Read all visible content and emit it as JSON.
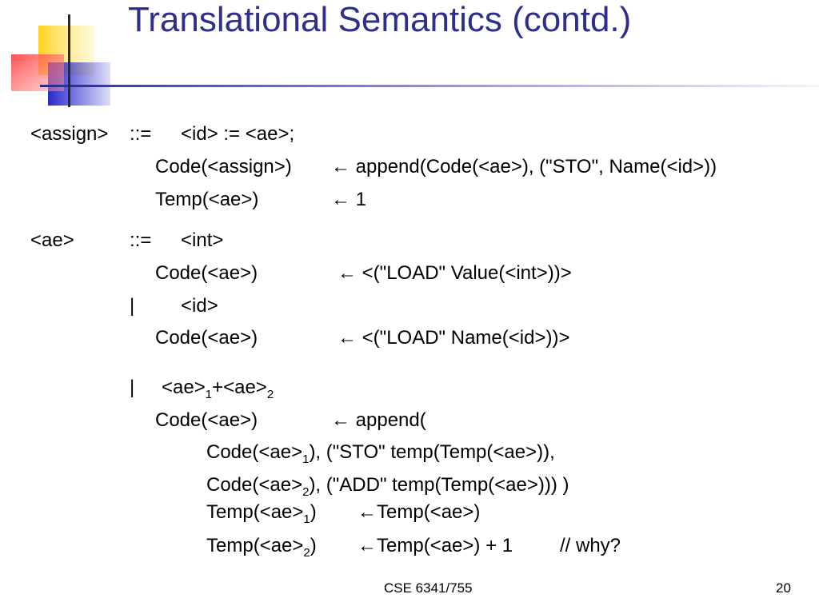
{
  "slide": {
    "title": "Translational Semantics (contd.)",
    "accent_color": "#2e2e8c",
    "footer_center": "CSE 6341/755",
    "page_number": "20"
  },
  "body": {
    "assign_lhs": "<assign>",
    "assign_def": "::=",
    "assign_rhs": "<id> := <ae>;",
    "assign_code_lhs": "Code(<assign>)",
    "assign_code_rhs": "← append(Code(<ae>), (\"STO\", Name(<id>))",
    "assign_temp_lhs": "Temp(<ae>)",
    "assign_temp_rhs": "←  1",
    "ae_lhs": "<ae>",
    "ae_def": "::=",
    "ae_rhs_int": "<int>",
    "ae_int_code_lhs": "Code(<ae>)",
    "ae_int_code_rhs": "← <(\"LOAD\" Value(<int>))>",
    "bar1": "|",
    "ae_rhs_id": "<id>",
    "ae_id_code_lhs": "Code(<ae>)",
    "ae_id_code_rhs": "← <(\"LOAD\" Name(<id>))>",
    "bar2": "|",
    "sum_ae": "<ae>",
    "sum_sub1": "1",
    "sum_plus_ae": "+<ae>",
    "sum_sub2": "2",
    "sum_code_lhs": "Code(<ae>)",
    "sum_code_rhs": "← append(",
    "code1_a": "Code(<ae>",
    "code1_sub": "1",
    "code1_b": "), (\"STO\" temp(Temp(<ae>)),",
    "code2_a": "Code(<ae>",
    "code2_sub": "2",
    "code2_b": "), (\"ADD\" temp(Temp(<ae>))) )",
    "temp1_a": "Temp(<ae>",
    "temp1_sub": "1",
    "temp1_b": ")",
    "temp1_rhs": "←Temp(<ae>)",
    "temp2_a": "Temp(<ae>",
    "temp2_sub": "2",
    "temp2_b": ")",
    "temp2_rhs": "←Temp(<ae>) + 1",
    "temp2_comment": "// why?"
  }
}
